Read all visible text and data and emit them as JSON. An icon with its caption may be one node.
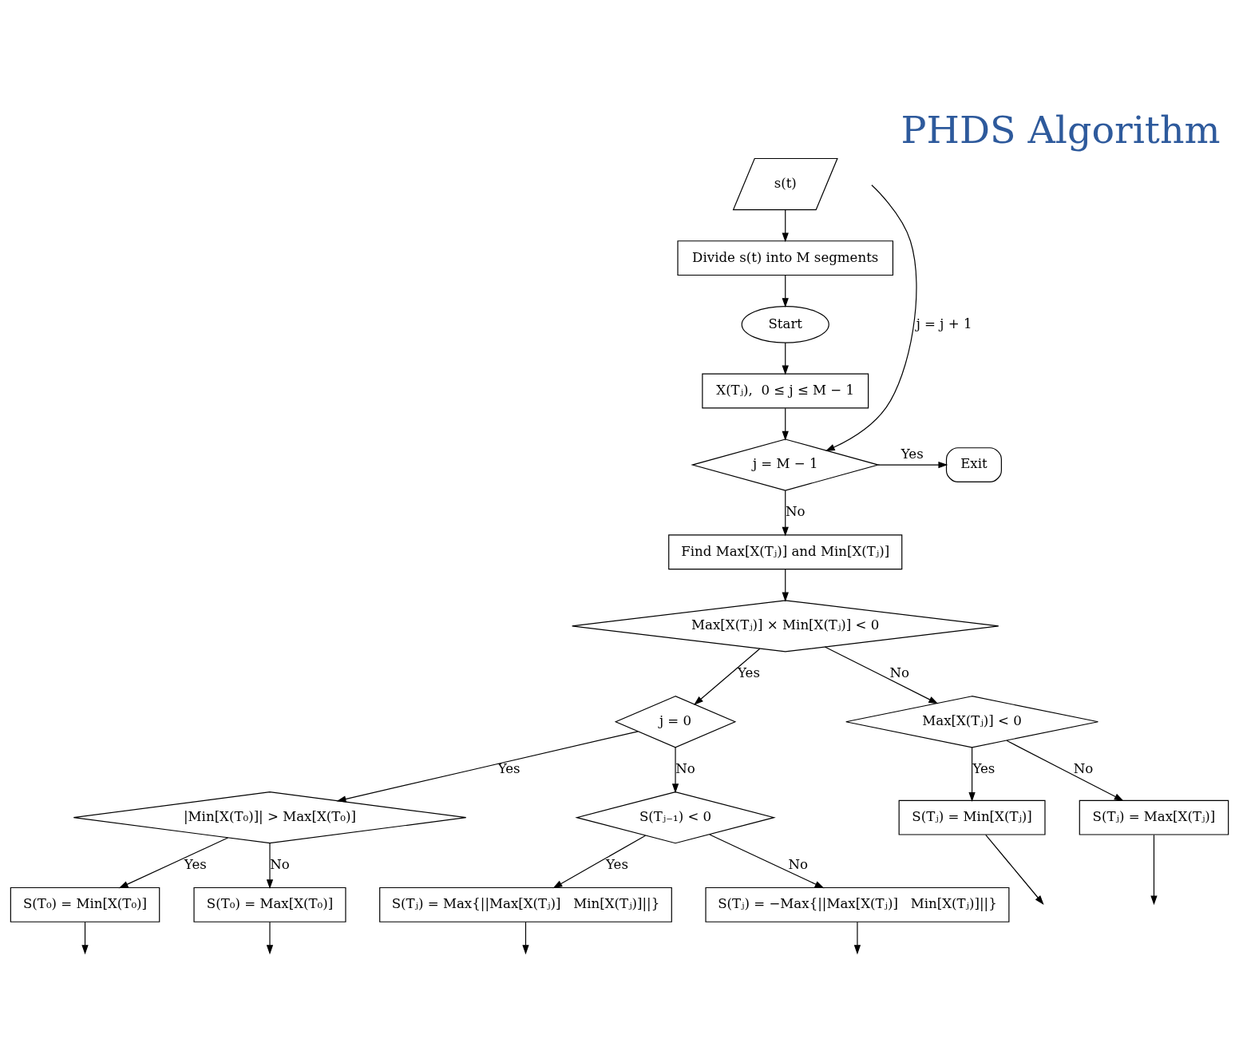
{
  "diagram": {
    "title": "PHDS Algorithm",
    "nodes": [
      {
        "text": [
          "s(t)"
        ]
      },
      {
        "text": [
          "Divide s(t) into M segments"
        ]
      },
      {
        "text": [
          "Start"
        ]
      },
      {
        "text": [
          "X(Tⱼ),  0 ≤ j ≤ M − 1"
        ]
      },
      {
        "text": [
          "j = M − 1"
        ]
      },
      {
        "text": [
          "Exit"
        ]
      },
      {
        "text": [
          "Find Max[X(Tⱼ)] and Min[X(Tⱼ)]"
        ]
      },
      {
        "text": [
          "Max[X(Tⱼ)] × Min[X(Tⱼ)] < 0"
        ]
      },
      {
        "text": [
          "j = 0"
        ]
      },
      {
        "text": [
          "|Min[X(T₀)]| > Max[X(T₀)]"
        ]
      },
      {
        "text": [
          "S(T₀) = Min[X(T₀)]"
        ]
      },
      {
        "text": [
          "S(T₀) = Max[X(T₀)]"
        ]
      },
      {
        "text": [
          "S(Tⱼ₋₁) < 0"
        ]
      },
      {
        "text": [
          "S(Tⱼ) = Max{||Max[X(Tⱼ)]   Min[X(Tⱼ)]||}"
        ]
      },
      {
        "text": [
          "S(Tⱼ) = −Max{||Max[X(Tⱼ)]   Min[X(Tⱼ)]||}"
        ]
      },
      {
        "text": [
          "Max[X(Tⱼ)] < 0"
        ]
      },
      {
        "text": [
          "S(Tⱼ) = Min[X(Tⱼ)]"
        ]
      },
      {
        "text": [
          "S(Tⱼ) = Max[X(Tⱼ)]"
        ]
      }
    ],
    "edges": [
      {
        "from": 0,
        "to": 1,
        "arrow": "to"
      },
      {
        "from": 1,
        "to": 2,
        "arrow": "to"
      },
      {
        "from": 2,
        "to": 3,
        "arrow": "to"
      },
      {
        "from": 3,
        "to": 4,
        "arrow": "to"
      },
      {
        "from": 4,
        "to": 5,
        "arrow": "to",
        "label": "Yes"
      },
      {
        "from": 4,
        "to": 6,
        "arrow": "to",
        "label": "No"
      },
      {
        "from": 6,
        "to": 7,
        "arrow": "to"
      },
      {
        "from": 7,
        "to": 8,
        "arrow": "to",
        "label": "Yes"
      },
      {
        "from": 7,
        "to": 15,
        "arrow": "to",
        "label": "No"
      },
      {
        "from": 8,
        "to": 9,
        "arrow": "to",
        "label": "Yes"
      },
      {
        "from": 8,
        "to": 12,
        "arrow": "to",
        "label": "No"
      },
      {
        "from": 9,
        "to": 10,
        "arrow": "to",
        "label": "Yes"
      },
      {
        "from": 9,
        "to": 11,
        "arrow": "to",
        "label": "No"
      },
      {
        "from": 12,
        "to": 13,
        "arrow": "to",
        "label": "Yes"
      },
      {
        "from": 12,
        "to": 14,
        "arrow": "to",
        "label": "No"
      },
      {
        "from": 15,
        "to": 16,
        "arrow": "to",
        "label": "Yes"
      },
      {
        "from": 15,
        "to": 17,
        "arrow": "to",
        "label": "No"
      },
      {
        "from": 10,
        "to": null,
        "arrow": "to"
      },
      {
        "from": 11,
        "to": null,
        "arrow": "to"
      },
      {
        "from": 13,
        "to": null,
        "arrow": "to"
      },
      {
        "from": 14,
        "to": null,
        "arrow": "to"
      },
      {
        "from": 16,
        "to": null,
        "arrow": "to"
      },
      {
        "from": 17,
        "to": null,
        "arrow": "to"
      },
      {
        "from": null,
        "to": 4,
        "arrow": "to",
        "label": "j = j + 1"
      }
    ]
  }
}
